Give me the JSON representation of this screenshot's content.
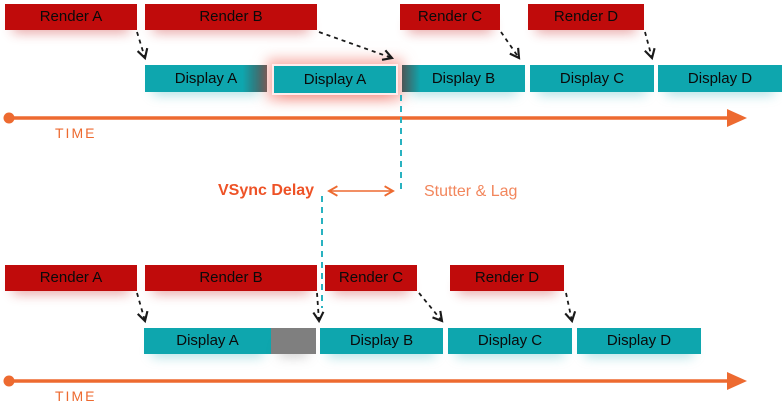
{
  "colors": {
    "render_red": "#c00b0b",
    "display_teal": "#0ea6ae",
    "dropped_gray": "#7f7f7f",
    "timeline_orange": "#ed6a30",
    "vsync_label_orange": "#ee5226",
    "stutter_label_orange": "#f2865c",
    "vsync_line_teal": "#29b2c0",
    "arrow_black": "#1a1a1a",
    "highlight_glow_pink": "#f07062"
  },
  "top_timeline": {
    "render_bars": [
      {
        "label": "Render A"
      },
      {
        "label": "Render B"
      },
      {
        "label": "Render C"
      },
      {
        "label": "Render D"
      }
    ],
    "display_bars": [
      {
        "label": "Display A"
      },
      {
        "label": "Display A"
      },
      {
        "label": "Display B"
      },
      {
        "label": "Display C"
      },
      {
        "label": "Display D"
      }
    ],
    "time_label": "TIME"
  },
  "annotations": {
    "vsync_delay": "VSync Delay",
    "stutter_lag": "Stutter & Lag"
  },
  "bottom_timeline": {
    "render_bars": [
      {
        "label": "Render A"
      },
      {
        "label": "Render B"
      },
      {
        "label": "Render C"
      },
      {
        "label": "Render D"
      }
    ],
    "display_bars": [
      {
        "label": "Display A"
      },
      {
        "label": "Display B"
      },
      {
        "label": "Display C"
      },
      {
        "label": "Display D"
      }
    ],
    "time_label": "TIME"
  }
}
